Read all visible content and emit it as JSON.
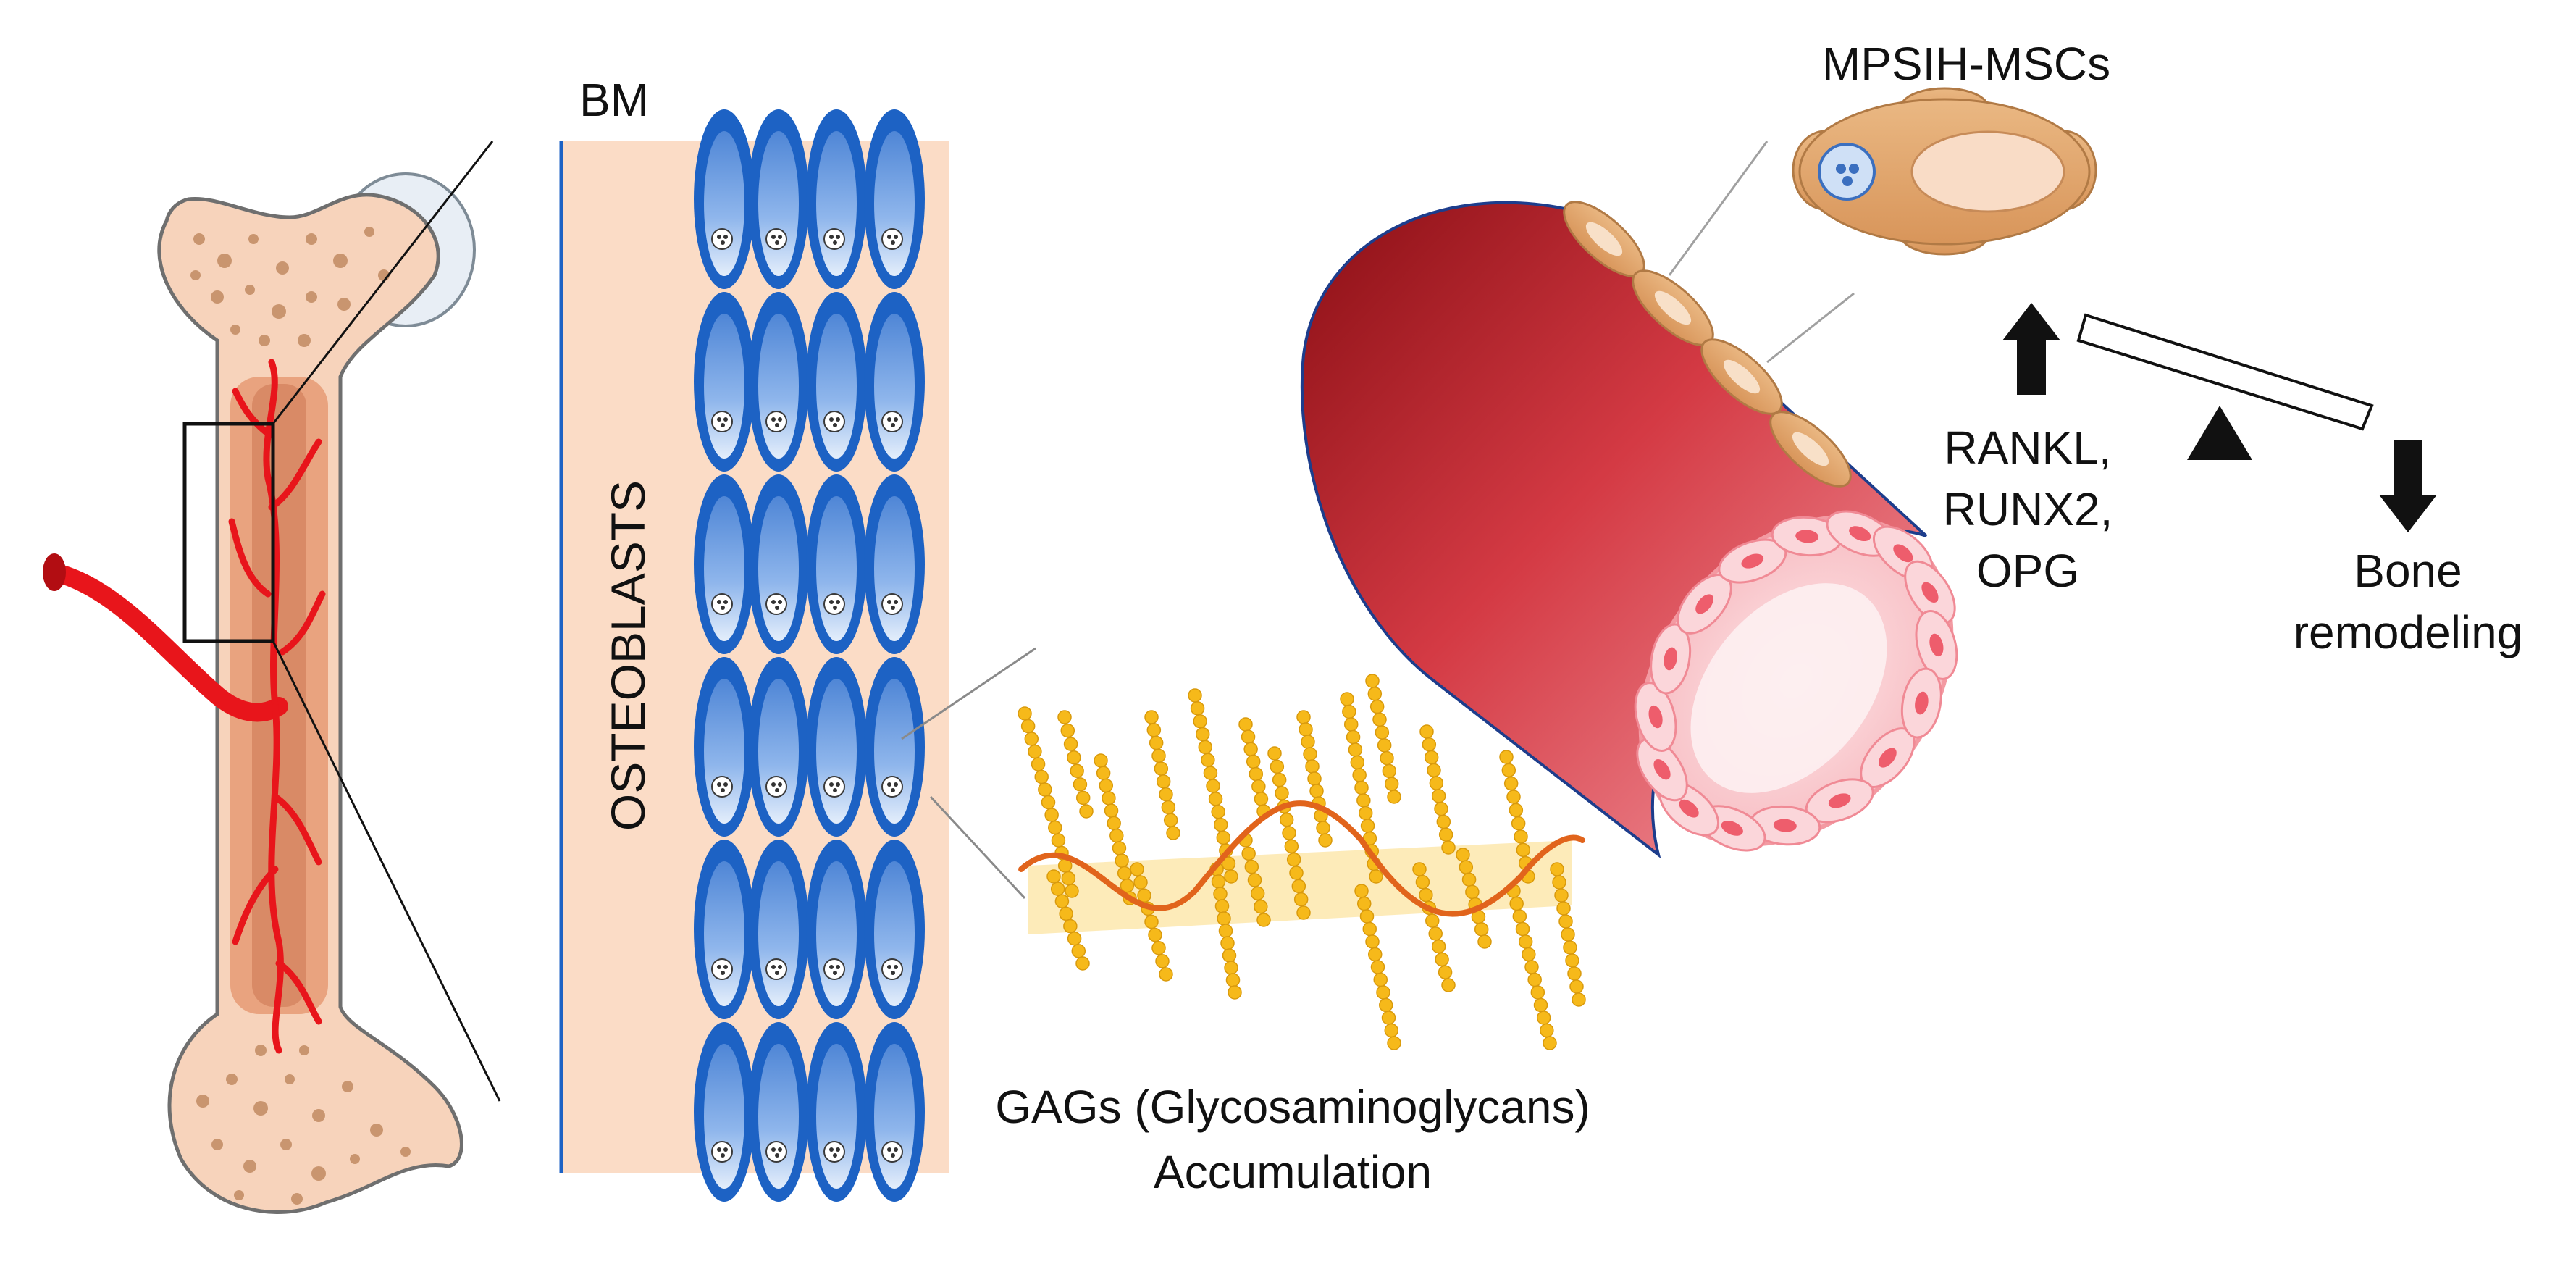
{
  "labels": {
    "bm": "BM",
    "osteoblasts": "OSTEOBLASTS",
    "mpsih_mscs": "MPSIH-MSCs",
    "rankl": "RANKL,",
    "runx2": "RUNX2,",
    "opg": "OPG",
    "bone": "Bone",
    "remodeling": "remodeling",
    "gags": "GAGs (Glycosaminoglycans)",
    "accumulation": "Accumulation"
  },
  "colors": {
    "bone_fill": "#f7d3bb",
    "marrow": "#e9a37f",
    "vessel": "#e8151b",
    "osteoblast": "#1d62c4",
    "osteoblast_inner": "#6fa0e0",
    "gag_bead": "#f6b91a",
    "gag_wave": "#e1641c",
    "vessel_dark": "#8e0f16",
    "vessel_light": "#f47c86",
    "msc": "#e5a66c"
  },
  "icons": [
    "up-arrow-icon",
    "down-arrow-icon",
    "balance-scale-icon"
  ]
}
